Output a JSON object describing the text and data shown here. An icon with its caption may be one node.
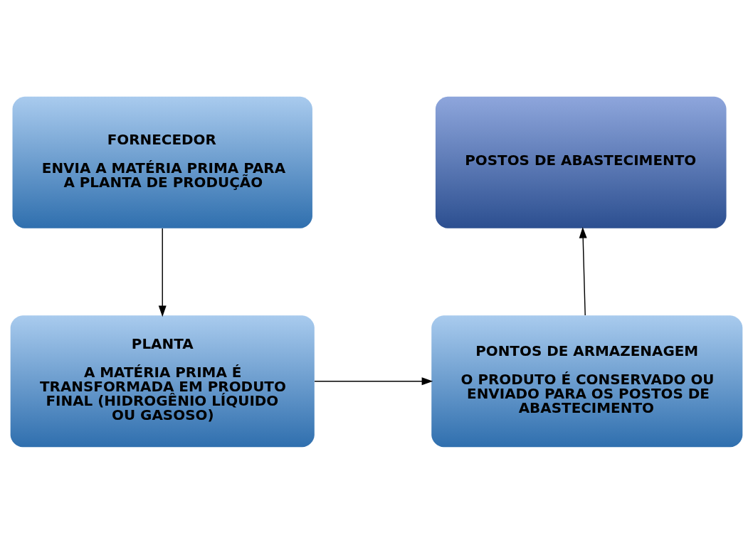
{
  "diagram": {
    "nodes": [
      {
        "text": [
          "FORNECEDOR",
          "ENVIA A MATÉRIA PRIMA PARA A PLANTA DE PRODUÇÃO"
        ]
      },
      {
        "text": [
          "PLANTA",
          "A MATÉRIA PRIMA É TRANSFORMADA EM PRODUTO FINAL (HIDROGÊNIO LÍQUIDO OU GASOSO)"
        ]
      },
      {
        "text": [
          "PONTOS DE ARMAZENAGEM",
          "O PRODUTO É CONSERVADO OU ENVIADO PARA OS POSTOS DE ABASTECIMENTO"
        ]
      },
      {
        "text": [
          "POSTOS DE ABASTECIMENTO"
        ]
      }
    ],
    "edges": [
      {
        "from": 0,
        "to": 1,
        "arrow": "to"
      },
      {
        "from": 1,
        "to": 2,
        "arrow": "to"
      },
      {
        "from": 2,
        "to": 3,
        "arrow": "to"
      }
    ]
  }
}
